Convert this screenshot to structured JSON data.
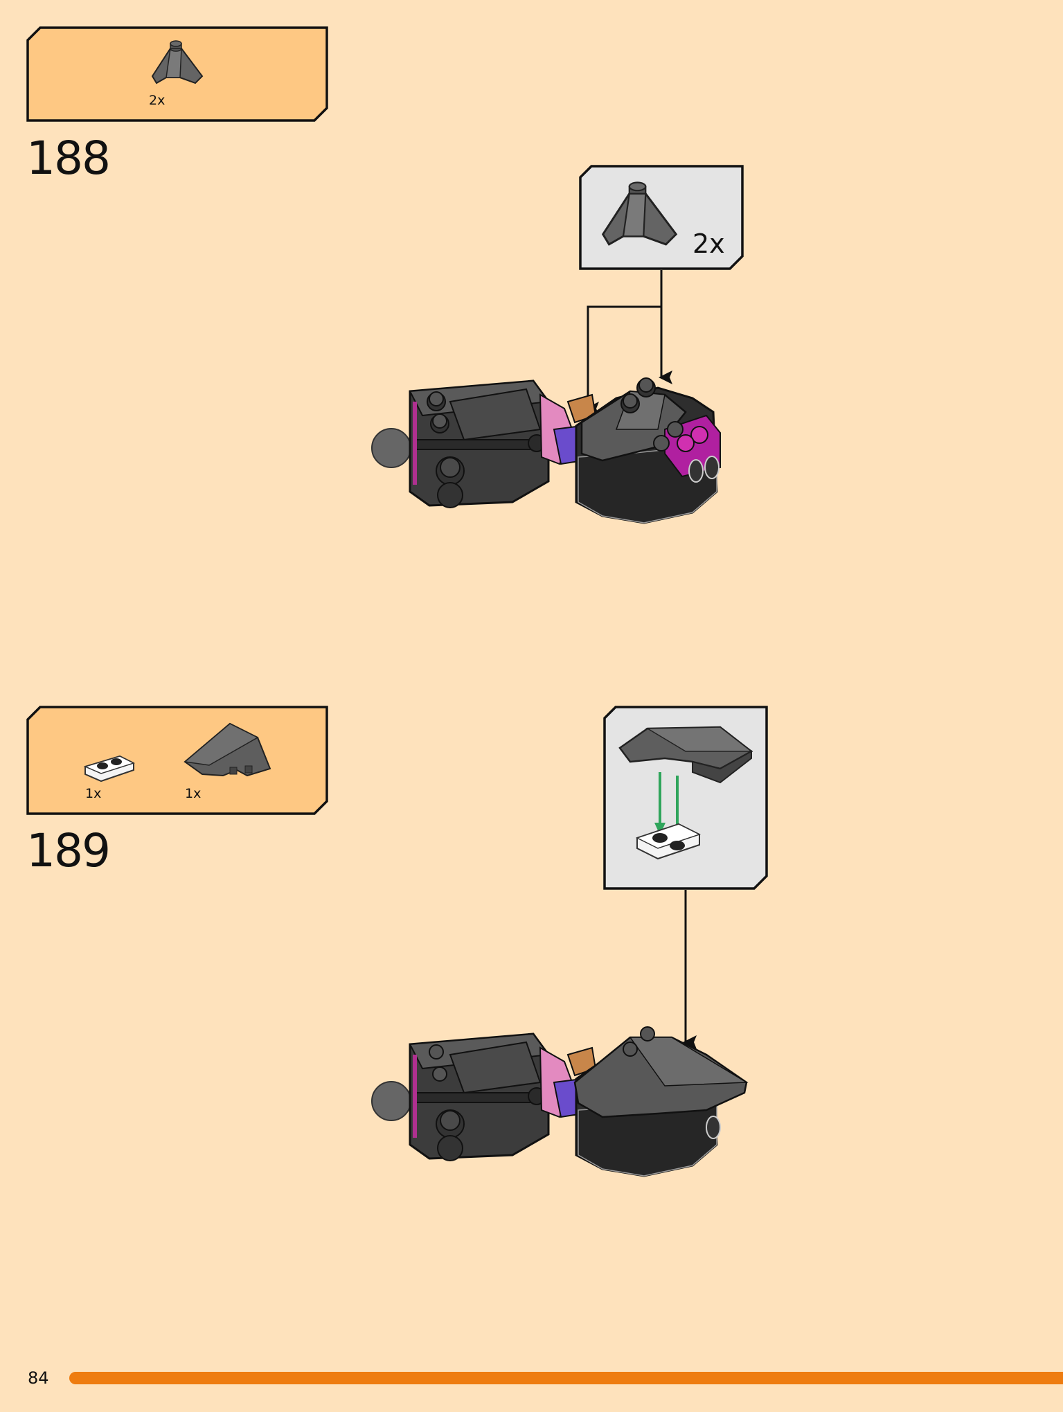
{
  "page": {
    "number": "84",
    "colors": {
      "background": "#FEE2BC",
      "parts_panel": "#FEC883",
      "callout": "#E4E4E4",
      "bar": "#EE7C10",
      "arrow_green": "#2FA55B"
    }
  },
  "step188": {
    "number": "188",
    "parts": [
      {
        "part": "dark-gray-corner-slope-icon",
        "qty": "2x"
      }
    ],
    "callout": {
      "part": "dark-gray-corner-slope-icon",
      "qty": "2x"
    }
  },
  "step189": {
    "number": "189",
    "parts": [
      {
        "part": "white-plate-1x2-icon",
        "qty": "1x"
      },
      {
        "part": "dark-gray-curved-wedge-icon",
        "qty": "1x"
      }
    ],
    "callout": {
      "part": "subassembly-wedge-on-plate-icon"
    }
  }
}
